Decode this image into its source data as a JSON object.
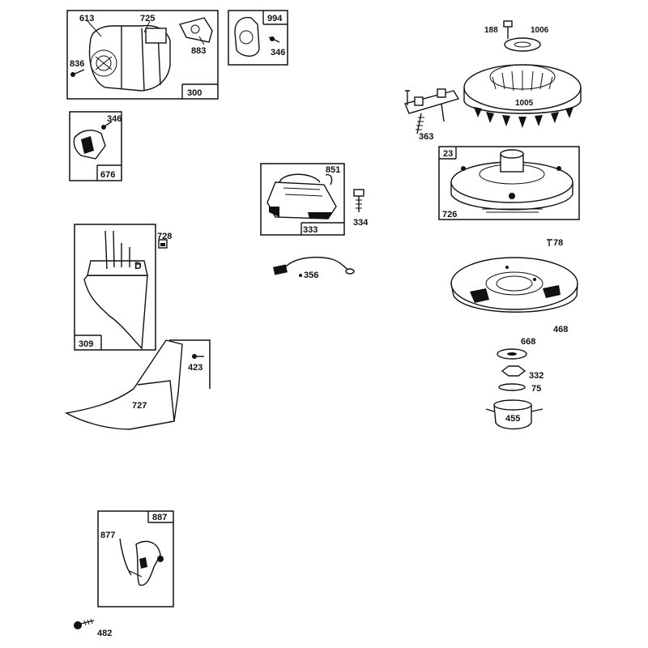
{
  "parts": {
    "p613": "613",
    "p725": "725",
    "p836": "836",
    "p883": "883",
    "p300": "300",
    "p994": "994",
    "p346a": "346",
    "p346b": "346",
    "p676": "676",
    "p188": "188",
    "p1006": "1006",
    "p1005": "1005",
    "p363": "363",
    "p23": "23",
    "p726": "726",
    "p851": "851",
    "p334": "334",
    "p333": "333",
    "p356": "356",
    "p78": "78",
    "p468": "468",
    "p728": "728",
    "p309": "309",
    "p423": "423",
    "p727": "727",
    "p668": "668",
    "p332": "332",
    "p75": "75",
    "p455": "455",
    "p887": "887",
    "p877": "877",
    "p482": "482"
  }
}
